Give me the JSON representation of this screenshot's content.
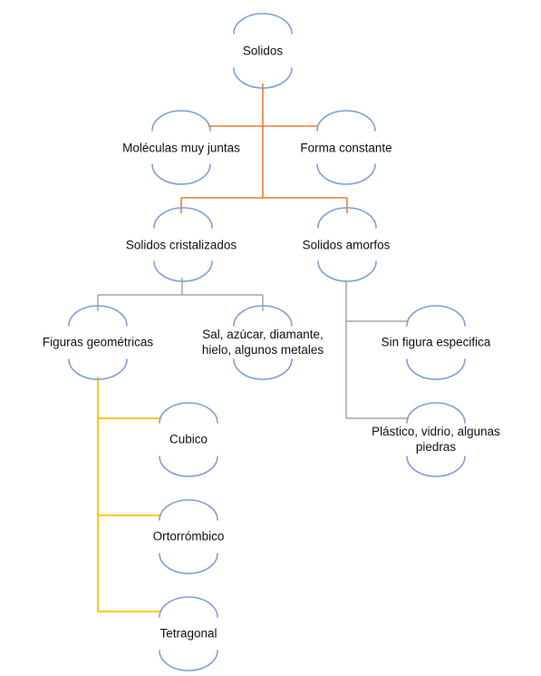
{
  "colors": {
    "arc": "#7ea0d8",
    "connector_root": "#ed7d31",
    "connector_gray": "#a6a6a6",
    "connector_gold": "#ffc000",
    "text": "#111111"
  },
  "diagram": {
    "root": {
      "label": "Solidos",
      "icon": "arc-node"
    },
    "level1": {
      "left": {
        "label": "Moléculas muy juntas"
      },
      "right": {
        "label": "Forma constante"
      }
    },
    "level2": {
      "crystallized": {
        "label": "Solidos cristalizados"
      },
      "amorphous": {
        "label": "Solidos amorfos"
      }
    },
    "crystallized_children": {
      "figures": {
        "label": "Figuras geométricas"
      },
      "examples": {
        "label": "Sal, azúcar, diamante, hielo, algunos metales"
      }
    },
    "amorphous_children": {
      "no_shape": {
        "label": "Sin figura especifica"
      },
      "examples": {
        "label": "Plástico, vidrio, algunas piedras"
      }
    },
    "figures_children": {
      "cubic": {
        "label": "Cubico"
      },
      "orthorhombic": {
        "label": "Ortorrómbico"
      },
      "tetragonal": {
        "label": "Tetragonal"
      }
    }
  }
}
